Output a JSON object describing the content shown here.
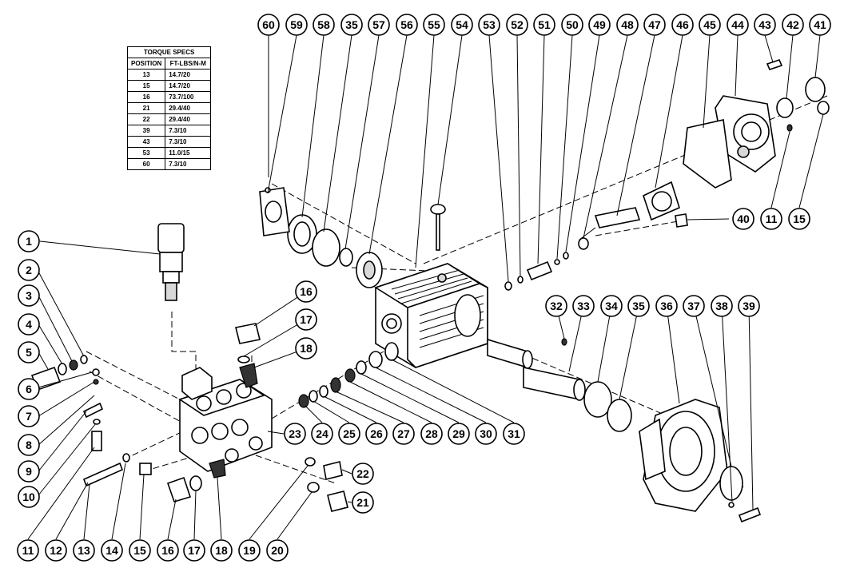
{
  "torque_table": {
    "title": "TORQUE SPECS",
    "headers": [
      "POSITION",
      "FT-LBS/N-M"
    ],
    "rows": [
      [
        "13",
        "14.7/20"
      ],
      [
        "15",
        "14.7/20"
      ],
      [
        "16",
        "73.7/100"
      ],
      [
        "21",
        "29.4/40"
      ],
      [
        "22",
        "29.4/40"
      ],
      [
        "39",
        "7.3/10"
      ],
      [
        "43",
        "7.3/10"
      ],
      [
        "53",
        "11.0/15"
      ],
      [
        "60",
        "7.3/10"
      ]
    ]
  },
  "callouts": [
    "60",
    "59",
    "58",
    "35",
    "57",
    "56",
    "55",
    "54",
    "53",
    "52",
    "51",
    "50",
    "49",
    "48",
    "47",
    "46",
    "45",
    "44",
    "43",
    "42",
    "41",
    "40",
    "11",
    "15",
    "32",
    "33",
    "34",
    "35",
    "36",
    "37",
    "38",
    "39",
    "16",
    "17",
    "18",
    "1",
    "2",
    "3",
    "4",
    "5",
    "6",
    "7",
    "8",
    "9",
    "10",
    "23",
    "24",
    "25",
    "26",
    "27",
    "28",
    "29",
    "30",
    "31",
    "22",
    "21",
    "11",
    "12",
    "13",
    "14",
    "15",
    "16",
    "17",
    "18",
    "19",
    "20"
  ],
  "colors": {
    "line": "#000000",
    "background": "#ffffff",
    "shade": "#d8d8d8"
  }
}
